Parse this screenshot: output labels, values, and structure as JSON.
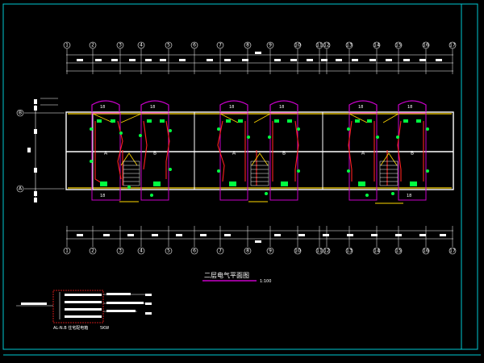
{
  "drawing": {
    "title": "二层电气平面图",
    "scale": "1:100",
    "legend_caption": "AL-N.B 住宅配电箱",
    "legend_power": "5KW"
  },
  "grid_axes": {
    "columns": [
      "1",
      "2",
      "3",
      "4",
      "5",
      "6",
      "7",
      "8",
      "9",
      "10",
      "11",
      "12",
      "13",
      "14",
      "15",
      "16",
      "17"
    ],
    "rows": [
      "B",
      "A"
    ]
  },
  "unit_labels": {
    "room_type_a": "A",
    "room_type_b": "B",
    "room_label_18": "18"
  },
  "colors": {
    "background": "#000000",
    "frame": "#00c8d2",
    "wall": "#ffffff",
    "accent_magenta": "#c800c8",
    "accent_yellow": "#ffd700",
    "accent_red": "#ff2020",
    "accent_green": "#00ff40"
  }
}
